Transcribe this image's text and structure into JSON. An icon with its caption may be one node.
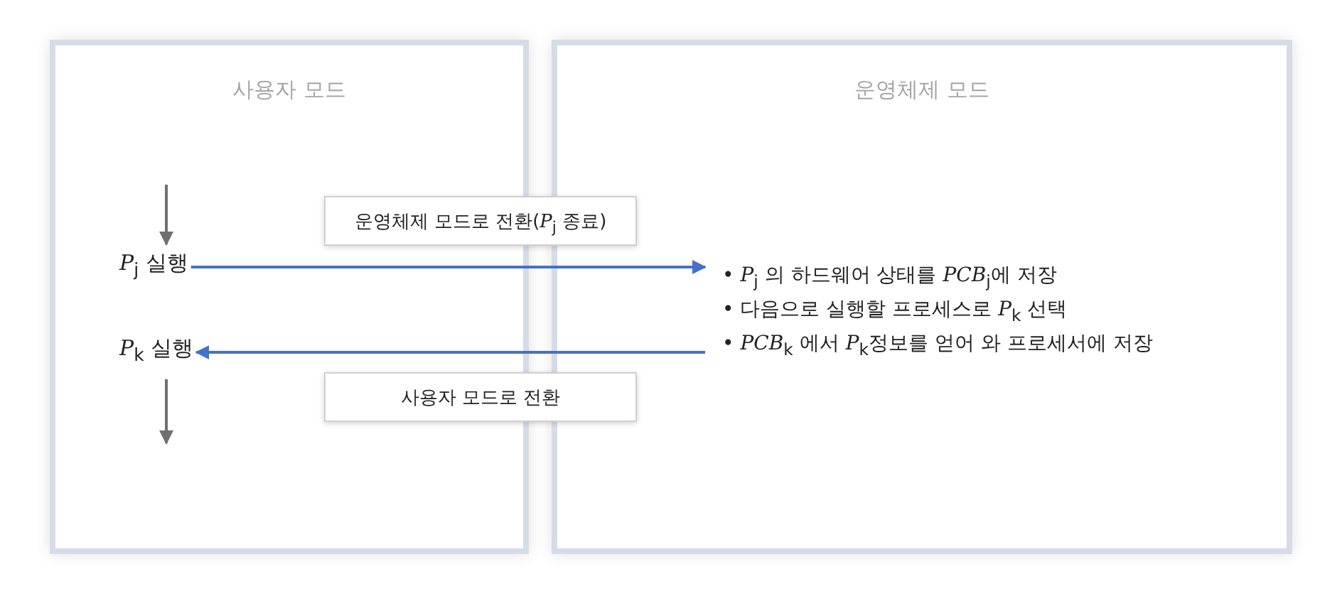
{
  "diagram": {
    "nodes": [
      {
        "text": [
          "사용자 모드"
        ]
      },
      {
        "text": [
          "운영체제 모드"
        ]
      },
      {
        "text": [
          "*P*$_{j}$ 실행"
        ],
        "in": 0
      },
      {
        "text": [
          "*P*$_{k}$ 실행"
        ],
        "in": 0
      },
      {
        "text": [
          "• *P*$_{j}$ 의 하드웨어 상태를 *PCB*$_{j}$에 저장",
          "• 다음으로 실행할 프로세스로 *P*$_{k}$ 선택",
          "• *PCB*$_{k}$ 에서 *P*$_{k}$정보를 얻어 와 프로세서에 저장"
        ],
        "in": 1
      }
    ],
    "edges": [
      {
        "from": null,
        "to": 2,
        "arrow": "to",
        "color": "#707070"
      },
      {
        "from": 2,
        "to": 4,
        "label": "운영체제 모드로 전환(*P*$_{j}$ 종료)",
        "arrow": "to"
      },
      {
        "from": 4,
        "to": 3,
        "label": "사용자 모드로 전환",
        "arrow": "to"
      },
      {
        "from": 3,
        "to": null,
        "arrow": "to",
        "color": "#707070"
      }
    ]
  }
}
